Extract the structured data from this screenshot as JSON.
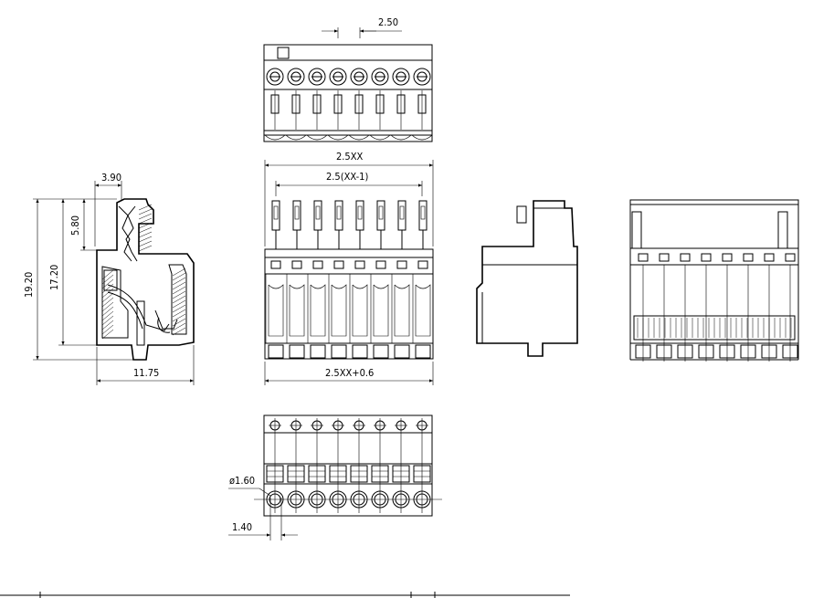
{
  "dimensions": {
    "pitch": "2.50",
    "total_length": "2.5XX",
    "pin_span": "2.5(XX-1)",
    "body_length": "2.5XX+0.6",
    "side_top_offset": "3.90",
    "side_pin_height": "5.80",
    "side_body_height": "17.20",
    "side_total_height": "19.20",
    "side_depth": "11.75",
    "hole_diameter": "ø1.60",
    "hole_offset": "1.40"
  },
  "pin_count": 8
}
